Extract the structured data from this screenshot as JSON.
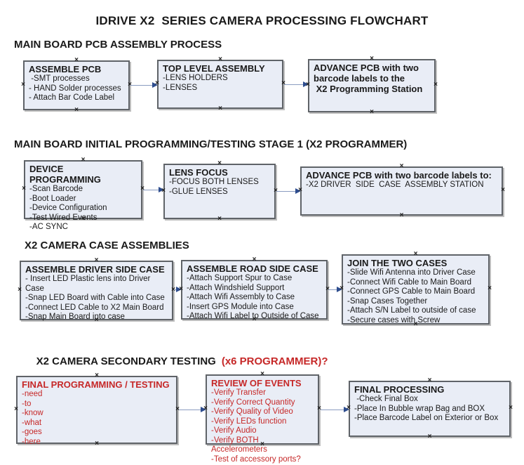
{
  "title": "IDRIVE X2  SERIES CAMERA PROCESSING FLOWCHART",
  "icons": {
    "connector_anchor": "×"
  },
  "colors": {
    "box_fill": "#e9edf6",
    "box_border": "#5f6368",
    "arrow_line": "#8a9cc0",
    "arrow_head": "#2e4d8e",
    "red_text": "#c62828",
    "black_text": "#1a1a1a"
  },
  "sections": [
    {
      "heading": "MAIN BOARD PCB ASSEMBLY PROCESS",
      "boxes": [
        {
          "title": "ASSEMBLE PCB",
          "items": [
            " -SMT processes",
            "- HAND Solder processes",
            "- Attach Bar Code Label"
          ]
        },
        {
          "title": "TOP LEVEL ASSEMBLY",
          "items": [
            "-LENS HOLDERS",
            "-LENSES"
          ]
        },
        {
          "title": "ADVANCE PCB with two\nbarcode labels to the\n X2 Programming Station",
          "items": []
        }
      ]
    },
    {
      "heading": "MAIN BOARD INITIAL PROGRAMMING/TESTING STAGE 1 (X2 PROGRAMMER)",
      "boxes": [
        {
          "title": "DEVICE PROGRAMMING",
          "items": [
            "-Scan Barcode",
            "-Boot Loader",
            "-Device Configuration",
            "-Test Wired Events",
            "-AC SYNC"
          ]
        },
        {
          "title": "LENS FOCUS",
          "items": [
            "-FOCUS BOTH LENSES",
            "-GLUE LENSES"
          ]
        },
        {
          "title": "ADVANCE PCB with two barcode labels to:",
          "items": [
            "-X2 DRIVER  SIDE  CASE  ASSEMBLY STATION"
          ]
        }
      ]
    },
    {
      "heading": "X2 CAMERA CASE ASSEMBLIES",
      "boxes": [
        {
          "title": "ASSEMBLE DRIVER SIDE CASE",
          "items": [
            "- Insert LED Plastic lens into Driver Case",
            "-Snap LED Board with Cable into Case",
            "-Connect LED Cable to X2 Main Board",
            "-Snap Main Board into case"
          ]
        },
        {
          "title": "ASSEMBLE ROAD SIDE CASE",
          "items": [
            "-Attach Support Spur to Case",
            "-Attach Windshield Support",
            "-Attach Wifi Assembly to Case",
            "-Insert GPS Module into Case",
            "-Attach Wifi Label to Outside of Case"
          ]
        },
        {
          "title": "JOIN THE TWO CASES",
          "items": [
            "-Slide Wifi Antenna into Driver Case",
            "-Connect Wifi Cable to Main Board",
            "-Connect GPS Cable to Main Board",
            "-Snap Cases Together",
            "-Attach S/N Label to outside of case",
            "-Secure cases with Screw"
          ]
        }
      ]
    },
    {
      "heading": "X2 CAMERA SECONDARY TESTING",
      "heading_suffix": "(x6 PROGRAMMER)?",
      "boxes": [
        {
          "title": "FINAL PROGRAMMING / TESTING",
          "items": [
            "-need",
            "-to",
            "-know",
            "-what",
            "-goes",
            "-here"
          ]
        },
        {
          "title": "REVIEW OF EVENTS",
          "items": [
            "-Verify Transfer",
            "-Verify Correct Quantity",
            "-Verify Quality of Video",
            "-Verify LEDs function",
            "-Verify Audio",
            "-Verify BOTH Accelerometers",
            "-Test of accessory ports?"
          ]
        },
        {
          "title": "FINAL PROCESSING",
          "items": [
            " -Check Final Box",
            "-Place In Bubble wrap Bag and BOX",
            "-Place Barcode Label on Exterior or Box"
          ]
        }
      ]
    }
  ]
}
